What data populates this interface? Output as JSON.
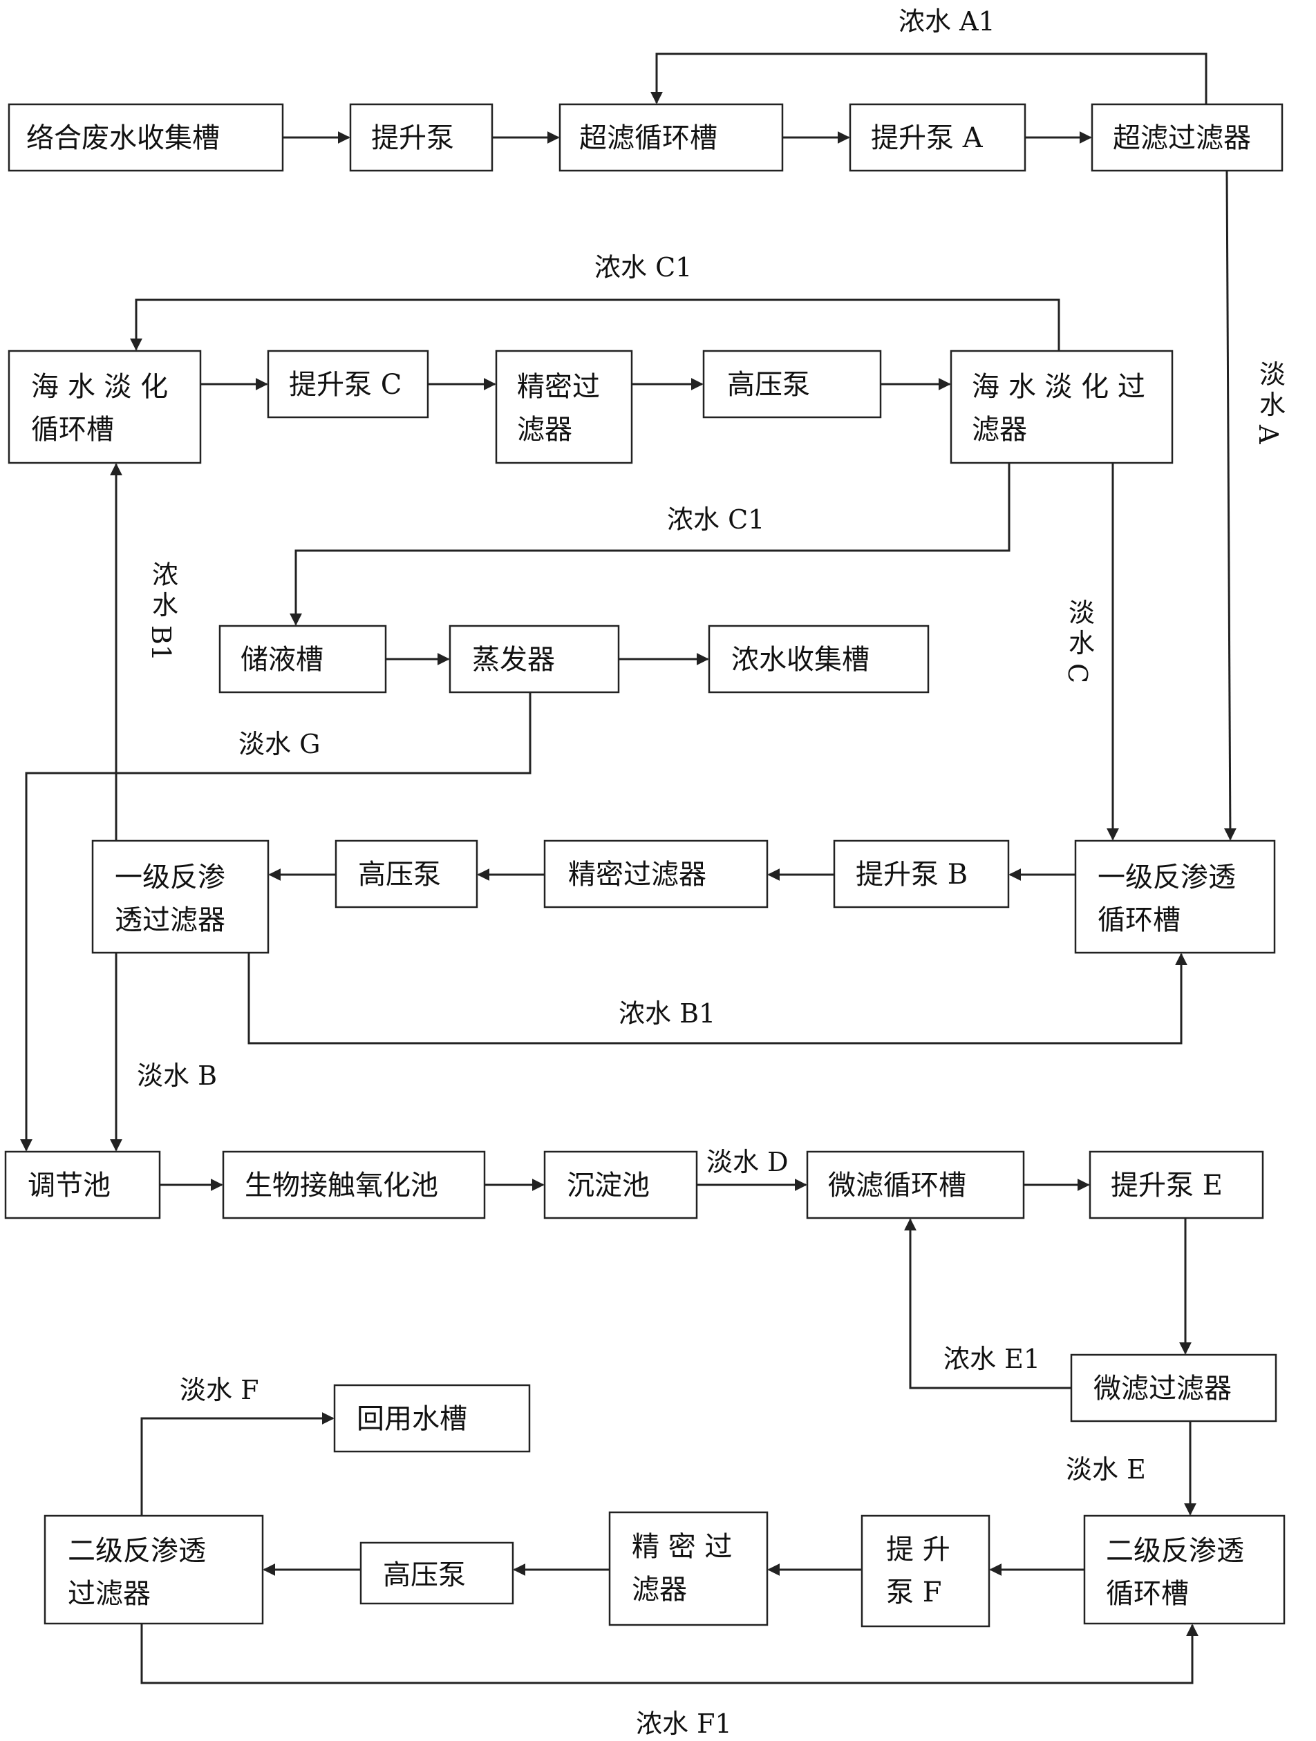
{
  "nodes": {
    "n1": [
      "络合废水收集槽"
    ],
    "n2": [
      "提升泵"
    ],
    "n3": [
      "超滤循环槽"
    ],
    "n4": [
      "提升泵 A"
    ],
    "n5": [
      "超滤过滤器"
    ],
    "n6": [
      "海 水 淡 化",
      "循环槽"
    ],
    "n7": [
      "提升泵 C"
    ],
    "n8": [
      "精密过",
      "滤器"
    ],
    "n9": [
      "高压泵"
    ],
    "n10": [
      "海 水 淡 化 过",
      "滤器"
    ],
    "n11": [
      "储液槽"
    ],
    "n12": [
      "蒸发器"
    ],
    "n13": [
      "浓水收集槽"
    ],
    "n14": [
      "一级反渗",
      "透过滤器"
    ],
    "n15": [
      "高压泵"
    ],
    "n16": [
      "精密过滤器"
    ],
    "n17": [
      "提升泵 B"
    ],
    "n18": [
      "一级反渗透",
      "循环槽"
    ],
    "n19": [
      "调节池"
    ],
    "n20": [
      "生物接触氧化池"
    ],
    "n21": [
      "沉淀池"
    ],
    "n22": [
      "微滤循环槽"
    ],
    "n23": [
      "提升泵 E"
    ],
    "n24": [
      "微滤过滤器"
    ],
    "n25": [
      "回用水槽"
    ],
    "n26": [
      "二级反渗透",
      "过滤器"
    ],
    "n27": [
      "高压泵"
    ],
    "n28": [
      "精 密 过",
      "滤器"
    ],
    "n29": [
      "提 升",
      "泵 F"
    ],
    "n30": [
      "二级反渗透",
      "循环槽"
    ]
  },
  "labels": {
    "l_A1": "浓水 A1",
    "l_C1a": "浓水 C1",
    "l_C1b": "浓水 C1",
    "l_G": "淡水 G",
    "l_B1b": "浓水 B1",
    "l_B": "淡水 B",
    "l_D": "淡水 D",
    "l_E1": "浓水 E1",
    "l_E": "淡水 E",
    "l_F": "淡水 F",
    "l_F1": "浓水 F1"
  },
  "vlabels": {
    "v_A": [
      "淡",
      "水",
      "A"
    ],
    "v_B1": [
      "浓",
      "水",
      "B1"
    ],
    "v_C": [
      "淡",
      "水",
      "C"
    ]
  }
}
